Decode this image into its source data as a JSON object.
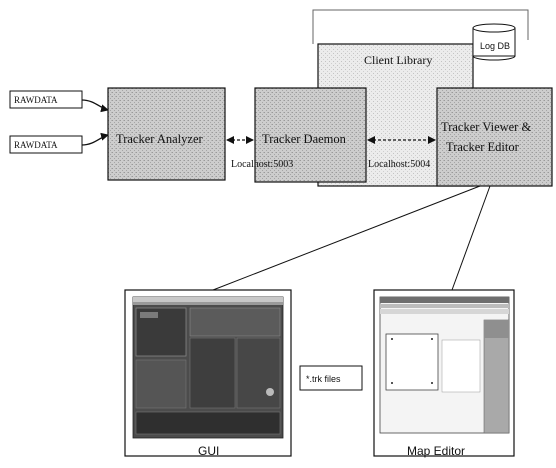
{
  "inputs": [
    {
      "label": "RAWDATA"
    },
    {
      "label": "RAWDATA"
    }
  ],
  "nodes": {
    "tracker_analyzer": "Tracker Analyzer",
    "tracker_daemon": "Tracker Daemon",
    "client_library": "Client Library",
    "tracker_viewer_line1": "Tracker Viewer &",
    "tracker_viewer_line2": "Tracker Editor",
    "log_db": "Log DB"
  },
  "ports": {
    "analyzer_daemon": "Localhost:5003",
    "daemon_viewer": "Localhost:5004"
  },
  "screens": {
    "gui": "GUI",
    "map_editor": "Map Editor",
    "files": "*.trk files"
  },
  "colors": {
    "box_fill": "#c9c9c9",
    "library_fill": "#e6e6e6",
    "line": "#111111"
  }
}
